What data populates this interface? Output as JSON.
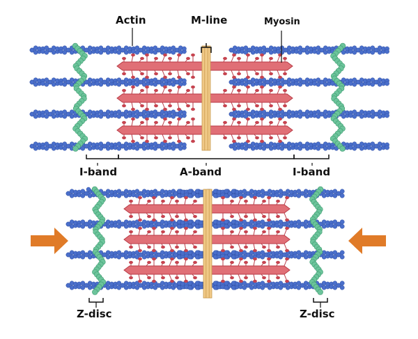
{
  "labels": {
    "actin": "Actin",
    "m_line": "M-line",
    "myosin": "Myosin",
    "i_band_left": "I-band",
    "a_band": "A-band",
    "i_band_right": "I-band",
    "z_disc_left": "Z-disc",
    "z_disc_right": "Z-disc"
  },
  "colors": {
    "actin": "#4a6fcb",
    "actin_dark": "#2f4ea3",
    "myosin": "#e06f76",
    "myosin_dark": "#b83a45",
    "myosin_head": "#c8434f",
    "z_disc": "#6cc49b",
    "z_disc_dark": "#3f9c71",
    "m_line": "#f0c987",
    "m_line_dark": "#c79a4e",
    "arrow": "#e07b28",
    "bracket": "#111111"
  },
  "icons": {
    "compression_left": "arrow-right-icon",
    "compression_right": "arrow-left-icon"
  }
}
